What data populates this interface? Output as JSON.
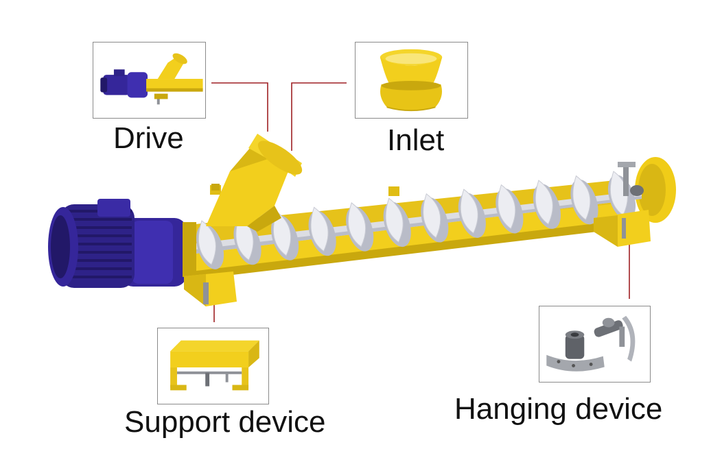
{
  "labels": {
    "drive": "Drive",
    "inlet": "Inlet",
    "support": "Support device",
    "hanging": "Hanging device"
  },
  "colors": {
    "housing_yellow": "#f2cf1d",
    "housing_shadow": "#c9a80e",
    "motor_blue": "#35269a",
    "motor_shadow": "#221868",
    "flight_white": "#ecedf2",
    "flight_shadow": "#b9bcc8",
    "callout_red": "#9e1f23",
    "steel_gray": "#8f9298"
  },
  "icons": {
    "drive": "drive-unit-icon",
    "inlet": "inlet-hopper-icon",
    "support": "support-bracket-icon",
    "hanging": "hanging-bearing-icon"
  }
}
